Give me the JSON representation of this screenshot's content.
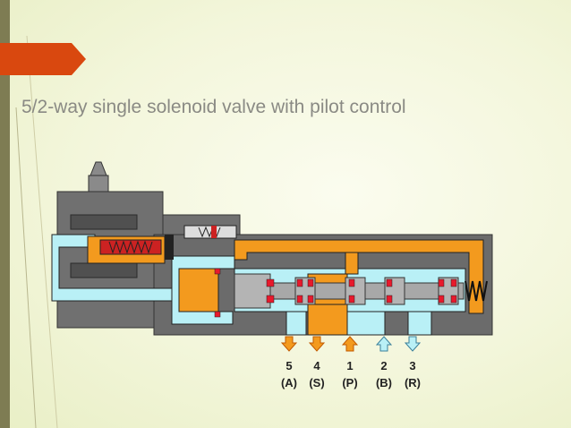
{
  "slide": {
    "title": "5/2-way single solenoid valve with pilot control"
  },
  "colors": {
    "accent_tab": "#d9480f",
    "sidebar": "#7e7c53",
    "body_gray": "#6e6e6e",
    "pilot_orange": "#f39a1e",
    "exhaust_cyan": "#b9f0f6",
    "seal_red": "#e8192c",
    "spool_gray": "#a8a8a8"
  },
  "ports": [
    {
      "number": "5",
      "name": "(A)",
      "flow": "out-orange"
    },
    {
      "number": "4",
      "name": "(S)",
      "flow": "out-orange"
    },
    {
      "number": "1",
      "name": "(P)",
      "flow": "in-orange"
    },
    {
      "number": "2",
      "name": "(B)",
      "flow": "in-cyan"
    },
    {
      "number": "3",
      "name": "(R)",
      "flow": "out-cyan"
    }
  ]
}
